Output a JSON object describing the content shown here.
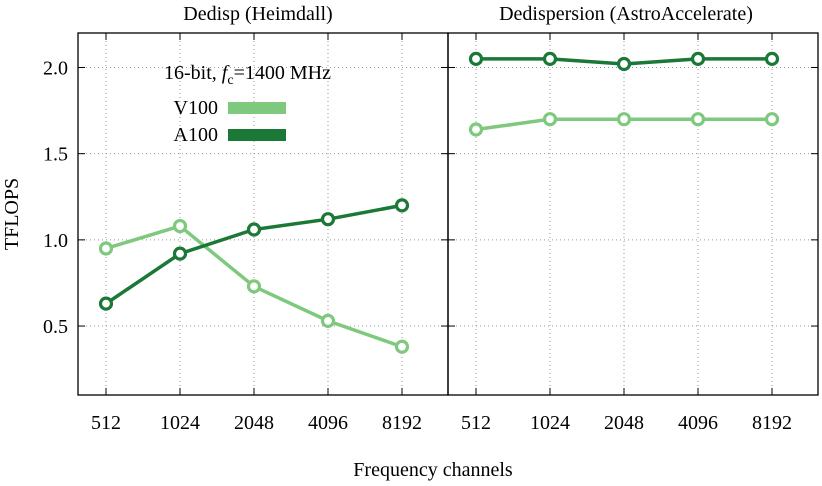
{
  "figure": {
    "ylabel": "TFLOPS",
    "xlabel": "Frequency channels",
    "legend_title_prefix": "16-bit, ",
    "legend_f": "f",
    "legend_sub": "c",
    "legend_title_suffix": "=1400 MHz",
    "colors": {
      "V100": "#7fc97f",
      "A100": "#1b7837"
    }
  },
  "chart_data": [
    {
      "type": "line",
      "title": "Dedisp (Heimdall)",
      "categories": [
        "512",
        "1024",
        "2048",
        "4096",
        "8192"
      ],
      "xlabel": "Frequency channels",
      "ylabel": "TFLOPS",
      "ylim": [
        0.1,
        2.2
      ],
      "yticks": [
        "0.5",
        "1.0",
        "1.5",
        "2.0"
      ],
      "grid": true,
      "legend": "top-center",
      "series": [
        {
          "name": "V100",
          "values": [
            0.95,
            1.08,
            0.73,
            0.53,
            0.38
          ]
        },
        {
          "name": "A100",
          "values": [
            0.63,
            0.92,
            1.06,
            1.12,
            1.2
          ]
        }
      ]
    },
    {
      "type": "line",
      "title": "Dedispersion (AstroAccelerate)",
      "categories": [
        "512",
        "1024",
        "2048",
        "4096",
        "8192"
      ],
      "xlabel": "Frequency channels",
      "ylim": [
        0.1,
        2.2
      ],
      "grid": true,
      "series": [
        {
          "name": "V100",
          "values": [
            1.64,
            1.7,
            1.7,
            1.7,
            1.7
          ]
        },
        {
          "name": "A100",
          "values": [
            2.05,
            2.05,
            2.02,
            2.05,
            2.05
          ]
        }
      ]
    }
  ]
}
